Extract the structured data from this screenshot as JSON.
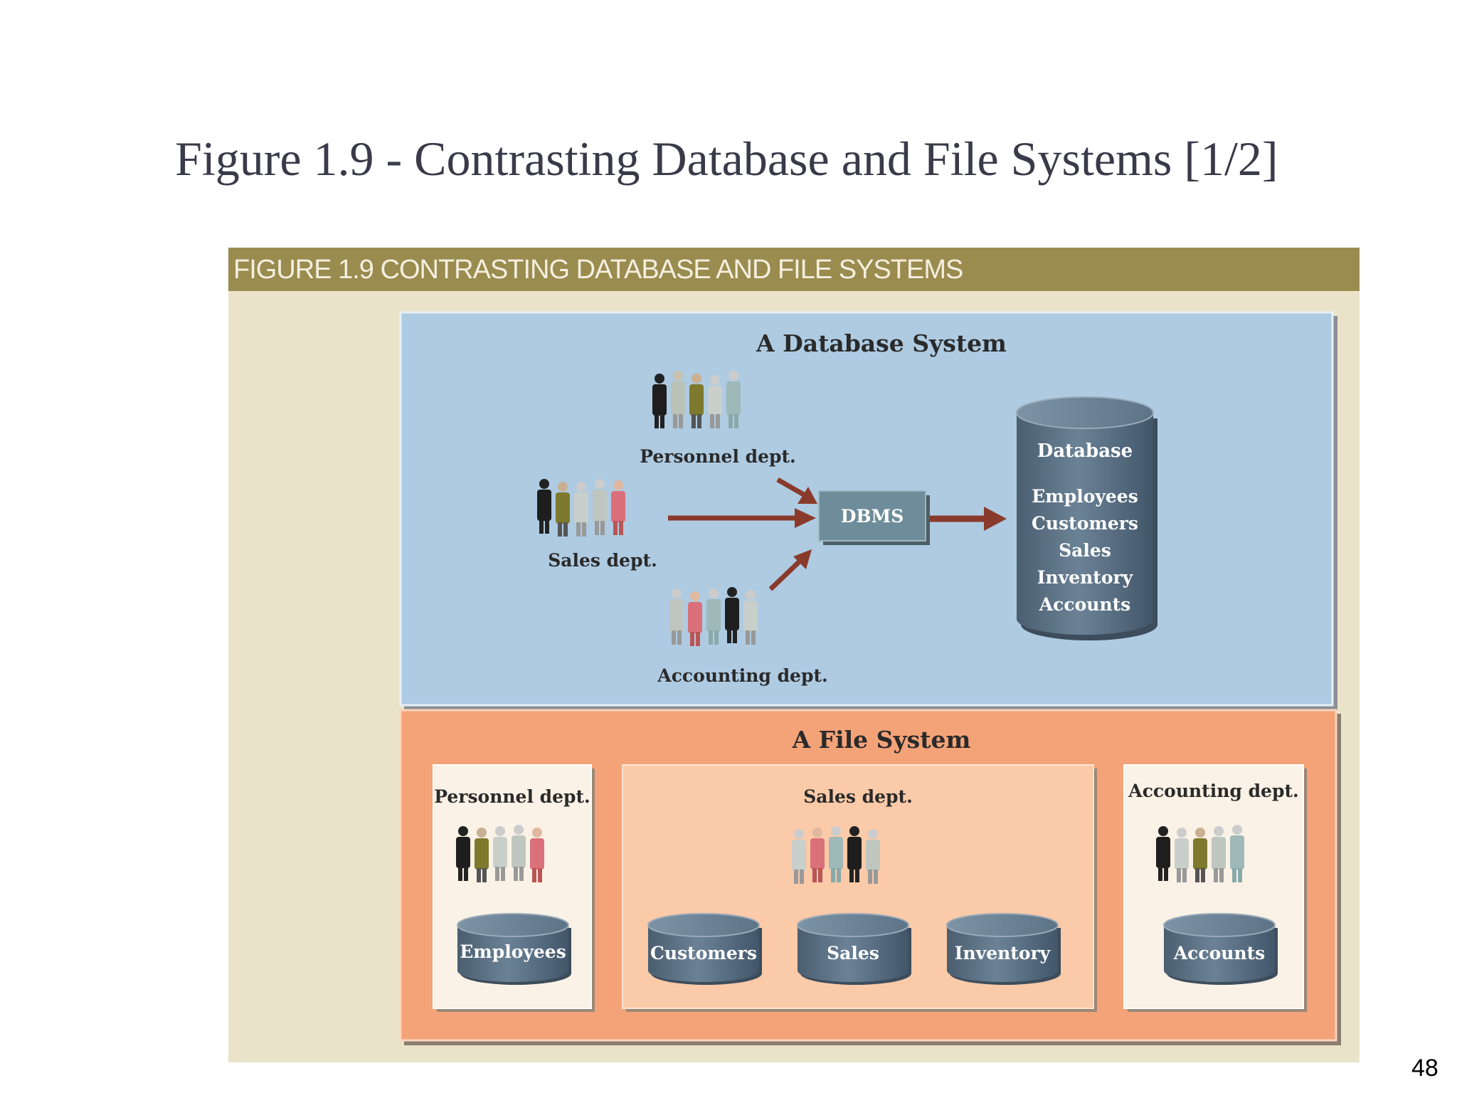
{
  "slide": {
    "title": "Figure 1.9 - Contrasting Database and File Systems [1/2]",
    "page_number": "48"
  },
  "figure": {
    "header": "FIGURE 1.9   CONTRASTING DATABASE AND FILE SYSTEMS",
    "database_system": {
      "title": "A Database System",
      "departments": {
        "personnel": "Personnel dept.",
        "sales": "Sales dept.",
        "accounting": "Accounting dept."
      },
      "dbms_label": "DBMS",
      "database": {
        "title": "Database",
        "items": [
          "Employees",
          "Customers",
          "Sales",
          "Inventory",
          "Accounts"
        ]
      }
    },
    "file_system": {
      "title": "A File System",
      "personnel": {
        "label": "Personnel dept.",
        "files": [
          "Employees"
        ]
      },
      "sales": {
        "label": "Sales dept.",
        "files": [
          "Customers",
          "Sales",
          "Inventory"
        ]
      },
      "accounting": {
        "label": "Accounting dept.",
        "files": [
          "Accounts"
        ]
      }
    },
    "colors": {
      "header": "#9a8b4f",
      "frame": "#ebe3c9",
      "database_panel": "#aecbe2",
      "file_panel": "#f4a378",
      "dept_box": "#faf2e6",
      "sales_box": "#fbcaa8",
      "arrow": "#8a3a2a",
      "cylinder": "#5a6f82",
      "dbms_box": "#6e8c99"
    }
  }
}
